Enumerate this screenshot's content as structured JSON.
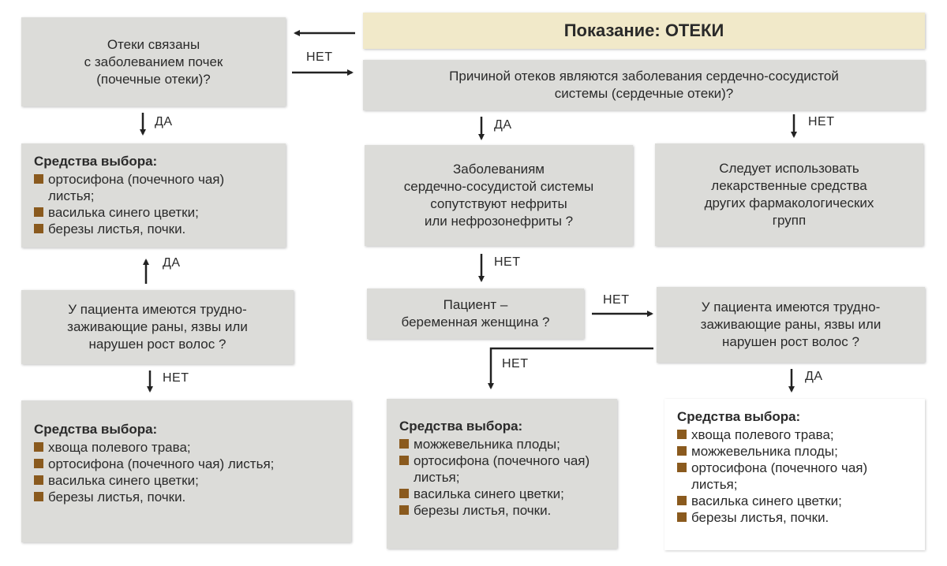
{
  "title": "Показание: ОТЕКИ",
  "q_heart": [
    "Причиной отеков являются заболевания сердечно-сосудистой",
    "системы (сердечные отеки)?"
  ],
  "q_kidney": [
    "Отеки связаны",
    "с заболеванием почек",
    "(почечные отеки)?"
  ],
  "q_nephritis": [
    "Заболеваниям",
    "сердечно-сосудистой системы",
    "сопутствуют нефриты",
    "или нефрозонефриты ?"
  ],
  "other_groups": [
    "Следует использовать",
    "лекарственные средства",
    "других фармакологических",
    "групп"
  ],
  "q_wounds_left": [
    "У пациента имеются трудно-",
    "заживающие раны, язвы или",
    "нарушен рост волос ?"
  ],
  "q_pregnant": [
    "Пациент –",
    "беременная женщина ?"
  ],
  "q_wounds_right": [
    "У пациента имеются трудно-",
    "заживающие раны, язвы или",
    "нарушен рост волос ?"
  ],
  "labels": {
    "yes": "ДА",
    "no": "НЕТ"
  },
  "choice_header": "Средства выбора:",
  "choice_kidney": [
    "ортосифона (почечного чая) листья;",
    "василька синего цветки;",
    "березы листья, почки."
  ],
  "choice_left_bottom": [
    "хвоща полевого трава;",
    "ортосифона (почечного чая) листья;",
    "василька синего цветки;",
    "березы листья, почки."
  ],
  "choice_mid_bottom": [
    "можжевельника плоды;",
    "ортосифона (почечного чая) листья;",
    "василька синего цветки;",
    "березы листья, почки."
  ],
  "choice_right_bottom": [
    "хвоща полевого трава;",
    "можжевельника плоды;",
    "ортосифона (почечного чая) листья;",
    "василька синего цветки;",
    "березы листья, почки."
  ],
  "colors": {
    "box": "#dcdcd9",
    "title_bg": "#f1e9c9",
    "bullet": "#8a5a1e"
  }
}
